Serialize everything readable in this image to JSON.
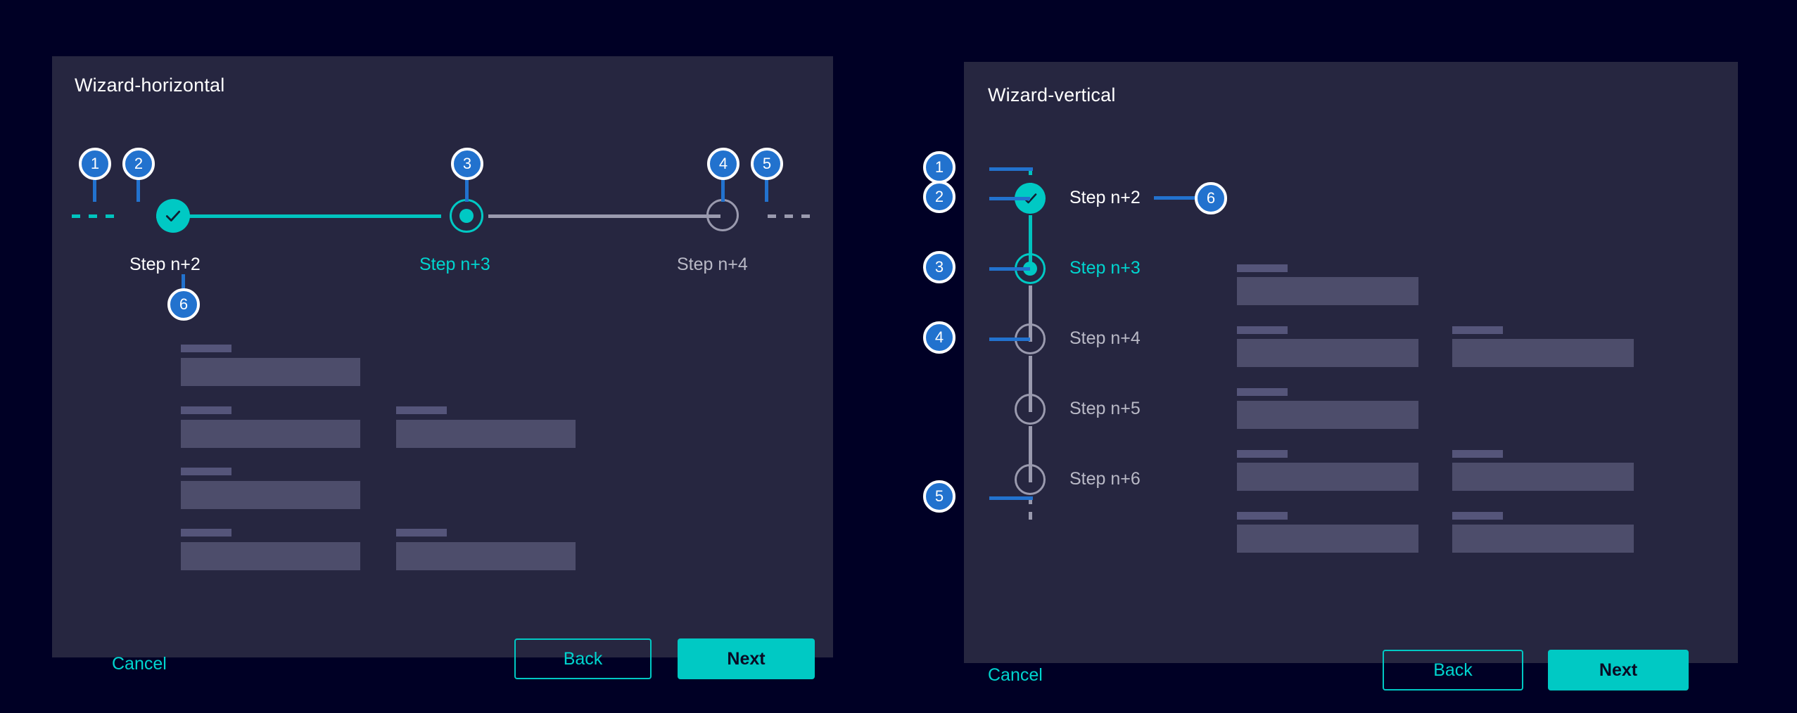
{
  "theme": {
    "page_bg": "#000025",
    "card_bg": "#262640",
    "accent_teal": "#00C9C4",
    "accent_teal_text": "#00D5CF",
    "callout_blue": "#2272CE",
    "pending_grey": "#9A9AAE",
    "skeleton_input": "#4D4D6B",
    "skeleton_label": "#55557A",
    "white": "#FFFFFF"
  },
  "horizontal_card": {
    "title": "Wizard-horizontal",
    "steps": [
      {
        "label": "Step n+2",
        "state": "completed",
        "icon": "check-icon"
      },
      {
        "label": "Step n+3",
        "state": "current",
        "icon": "radio-dot-icon"
      },
      {
        "label": "Step n+4",
        "state": "pending",
        "icon": "empty-circle-icon"
      }
    ],
    "callouts": [
      {
        "id": "1",
        "target": "leading-dashed-track"
      },
      {
        "id": "2",
        "target": "completed-step-node"
      },
      {
        "id": "3",
        "target": "current-step-node"
      },
      {
        "id": "4",
        "target": "pending-step-node"
      },
      {
        "id": "5",
        "target": "trailing-dashed-track"
      },
      {
        "id": "6",
        "target": "step-content-area"
      }
    ],
    "fields": [
      {
        "row": 1,
        "columns": 1
      },
      {
        "row": 2,
        "columns": 2
      },
      {
        "row": 3,
        "columns": 1
      },
      {
        "row": 4,
        "columns": 2
      }
    ],
    "footer": {
      "cancel_label": "Cancel",
      "back_label": "Back",
      "next_label": "Next"
    }
  },
  "vertical_card": {
    "title": "Wizard-vertical",
    "steps": [
      {
        "label": "Step n+2",
        "state": "completed",
        "icon": "check-icon"
      },
      {
        "label": "Step n+3",
        "state": "current",
        "icon": "radio-dot-icon"
      },
      {
        "label": "Step n+4",
        "state": "pending",
        "icon": "empty-circle-icon"
      },
      {
        "label": "Step n+5",
        "state": "pending",
        "icon": "empty-circle-icon"
      },
      {
        "label": "Step n+6",
        "state": "pending",
        "icon": "empty-circle-icon"
      }
    ],
    "callouts": [
      {
        "id": "1",
        "target": "leading-dashed-rail"
      },
      {
        "id": "2",
        "target": "completed-step-node"
      },
      {
        "id": "3",
        "target": "current-step-node"
      },
      {
        "id": "4",
        "target": "pending-step-node"
      },
      {
        "id": "5",
        "target": "trailing-dashed-rail"
      },
      {
        "id": "6",
        "target": "active-step-label"
      }
    ],
    "fields": [
      {
        "row": 1,
        "columns": 1
      },
      {
        "row": 2,
        "columns": 2
      },
      {
        "row": 3,
        "columns": 1
      },
      {
        "row": 4,
        "columns": 2
      },
      {
        "row": 5,
        "columns": 2
      }
    ],
    "footer": {
      "cancel_label": "Cancel",
      "back_label": "Back",
      "next_label": "Next"
    }
  }
}
